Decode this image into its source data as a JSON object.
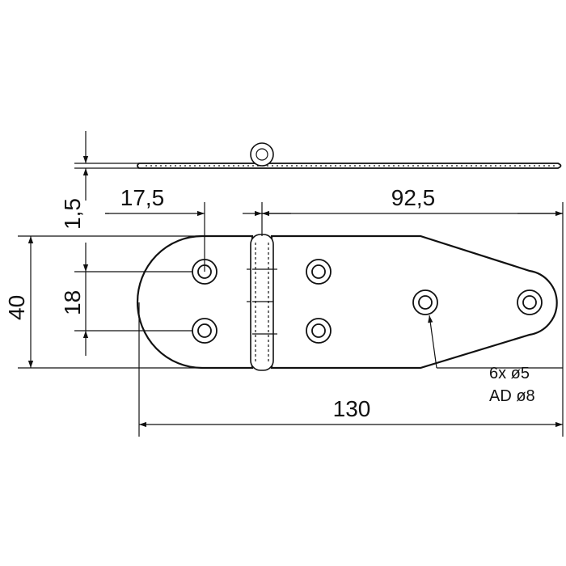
{
  "dimensions": {
    "thickness": "1,5",
    "edge_to_hole": "17,5",
    "pin_to_end": "92,5",
    "width": "40",
    "hole_spacing": "18",
    "total_length": "130"
  },
  "hole_note": {
    "line1": "6x ø5",
    "line2": "AD ø8"
  }
}
